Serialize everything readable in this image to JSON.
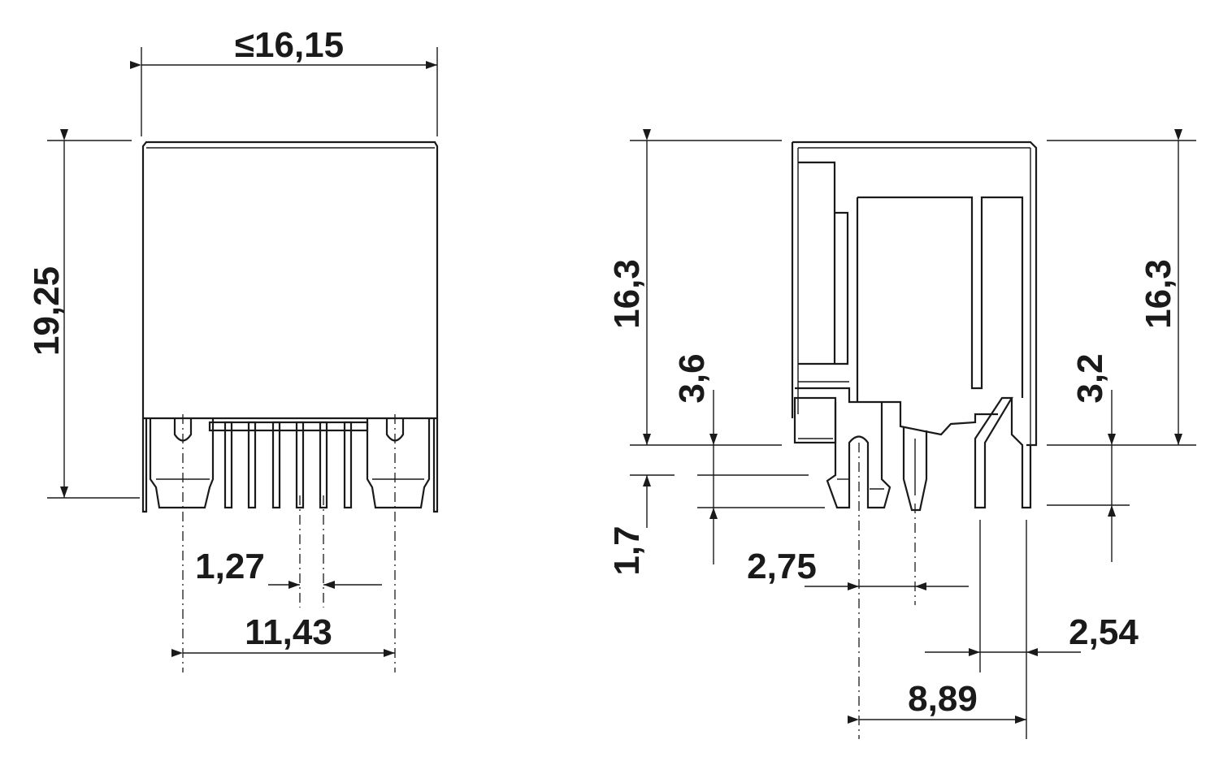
{
  "dimensions": {
    "front_width": "≤16,15",
    "front_height": "19,25",
    "pin_pitch": "1,27",
    "pin_span": "11,43",
    "side_height_left": "16,3",
    "side_height_right": "16,3",
    "pin_length_left": "3,6",
    "pin_length_right": "3,2",
    "standoff": "1,7",
    "pin_row_offset": "2,75",
    "rear_pin_pitch": "2,54",
    "row_span": "8,89"
  },
  "colors": {
    "line": "#1a1a1a",
    "background": "#ffffff"
  }
}
